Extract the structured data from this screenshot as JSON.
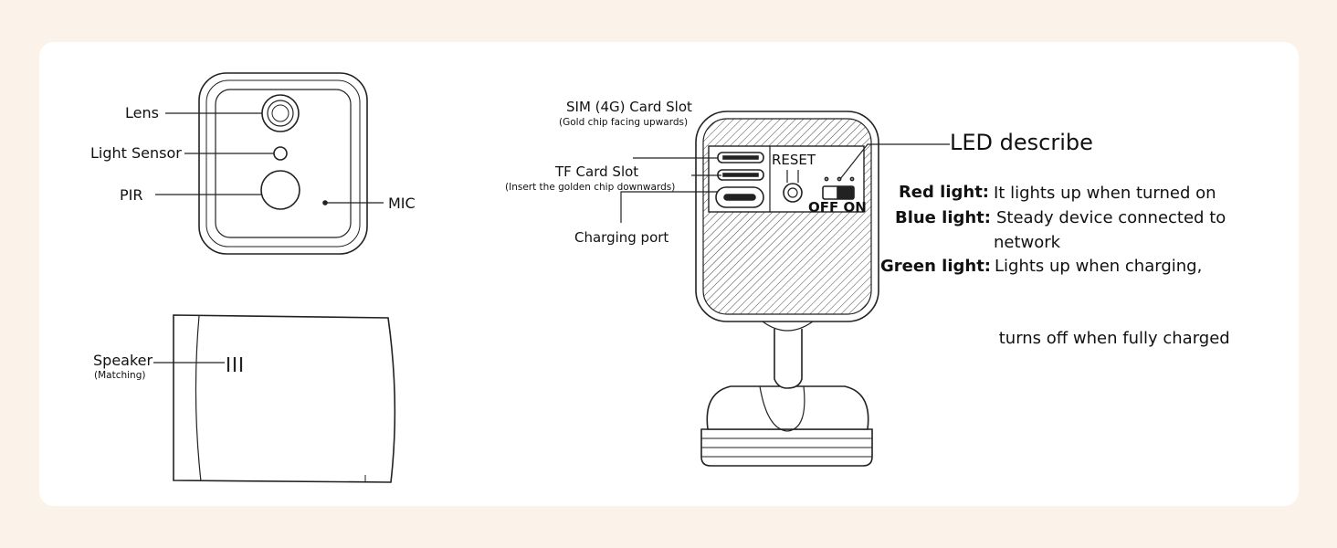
{
  "front_view": {
    "lens": "Lens",
    "light_sensor": "Light Sensor",
    "pir": "PIR",
    "mic": "MIC"
  },
  "side_view": {
    "speaker": "Speaker",
    "speaker_note": "(Matching)"
  },
  "back_view": {
    "sim_slot": "SIM (4G) Card Slot",
    "sim_note": "(Gold chip facing upwards)",
    "tf_slot": "TF Card Slot",
    "tf_note": "(Insert the golden chip downwards)",
    "charging_port": "Charging port",
    "reset": "RESET",
    "off_on": "OFF ON"
  },
  "led": {
    "title": "LED describe",
    "items": [
      {
        "name": "Red light:",
        "desc_lines": [
          "It lights up when turned on"
        ]
      },
      {
        "name": "Blue light:",
        "desc_lines": [
          "Steady device connected to",
          "network"
        ]
      },
      {
        "name": "Green light:",
        "desc_lines": [
          "Lights up when charging,",
          " turns off when fully charged"
        ]
      }
    ]
  },
  "colors": {
    "background": "#fbf2ea",
    "card": "#ffffff",
    "line": "#222222"
  }
}
